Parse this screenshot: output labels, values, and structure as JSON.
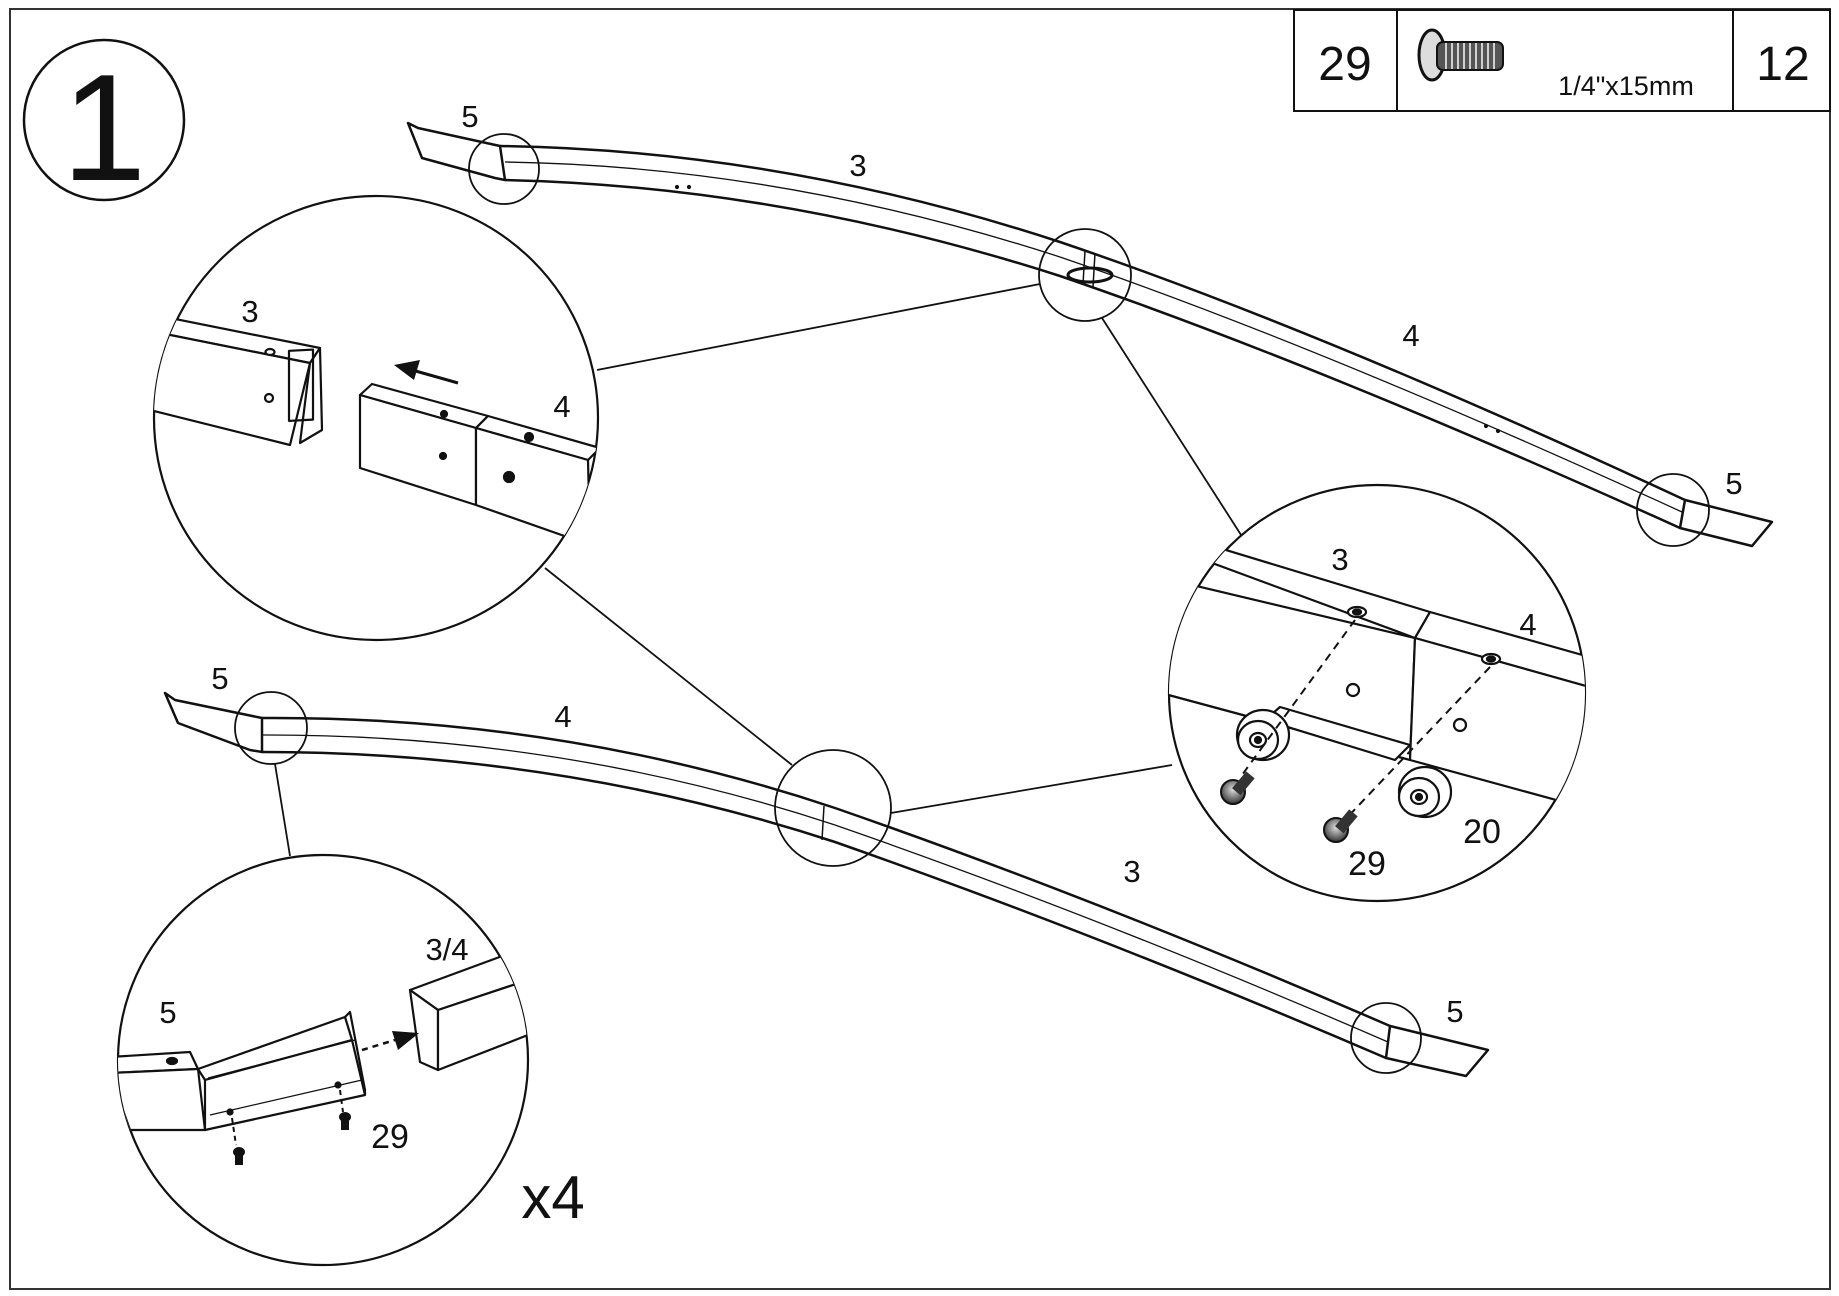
{
  "step": {
    "number": "1"
  },
  "parts_table": {
    "part_id": "29",
    "part_icon": "bolt-icon",
    "part_size": "1/4\"x15mm",
    "quantity": "12"
  },
  "frame_top": {
    "label_end_left": "5",
    "label_mid_left": "3",
    "label_mid_right": "4",
    "label_end_right": "5"
  },
  "frame_bottom": {
    "label_end_left": "5",
    "label_mid_left": "4",
    "label_mid_right": "3",
    "label_end_right": "5"
  },
  "detail_insert": {
    "label_tube_a": "3",
    "label_tube_b": "4"
  },
  "detail_bolt": {
    "label_tube_a": "3",
    "label_tube_b": "4",
    "label_wheel": "20",
    "label_bolt": "29"
  },
  "detail_end": {
    "label_end": "5",
    "label_tube": "3/4",
    "label_bolt": "29",
    "multiplier": "x4"
  },
  "colors": {
    "line": "#111111",
    "background": "#ffffff",
    "frame": "#333333"
  }
}
